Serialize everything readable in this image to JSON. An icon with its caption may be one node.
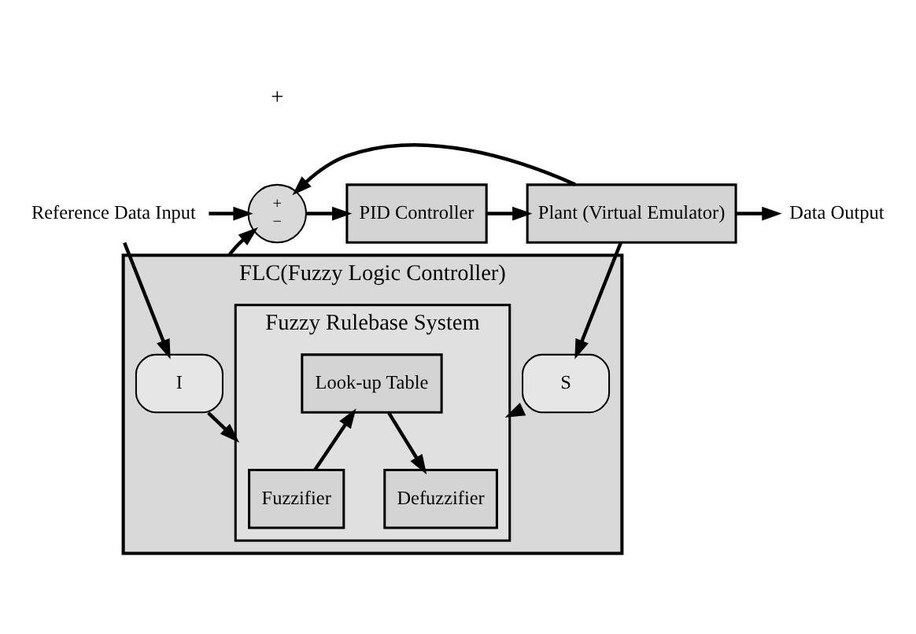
{
  "diagram": {
    "nodes": [
      {
        "text": [
          "Reference Data Input"
        ]
      },
      {
        "text": [
          "+",
          "−"
        ]
      },
      {
        "text": [
          "PID Controller"
        ]
      },
      {
        "text": [
          "Plant (Virtual Emulator)"
        ]
      },
      {
        "text": [
          "Data Output"
        ]
      },
      {
        "text": [
          "FLC(Fuzzy Logic Controller)"
        ]
      },
      {
        "text": [
          "I"
        ],
        "in": 5
      },
      {
        "text": [
          "Fuzzy Rulebase System"
        ],
        "in": 5
      },
      {
        "text": [
          "Fuzzifier"
        ],
        "in": 7
      },
      {
        "text": [
          "Look-up Table"
        ],
        "in": 7
      },
      {
        "text": [
          "Defuzzifier"
        ],
        "in": 7
      },
      {
        "text": [
          "S"
        ],
        "in": 5
      }
    ],
    "edges": [
      {
        "from": 0,
        "to": 1,
        "arrow": "to"
      },
      {
        "from": 1,
        "to": 2,
        "arrow": "to"
      },
      {
        "from": 2,
        "to": 3,
        "arrow": "to"
      },
      {
        "from": 3,
        "to": 4,
        "arrow": "to"
      },
      {
        "from": 0,
        "to": 6,
        "arrow": "to"
      },
      {
        "from": 3,
        "to": 1,
        "arrow": "to"
      },
      {
        "from": 3,
        "to": 11,
        "arrow": "to"
      },
      {
        "from": 5,
        "to": 1,
        "arrow": "to"
      },
      {
        "from": 6,
        "to": 7,
        "arrow": "to"
      },
      {
        "from": 11,
        "to": 7,
        "arrow": "to"
      },
      {
        "from": 8,
        "to": 9,
        "arrow": "to"
      },
      {
        "from": 9,
        "to": 10,
        "arrow": "to"
      }
    ],
    "labels": [
      "+"
    ]
  }
}
